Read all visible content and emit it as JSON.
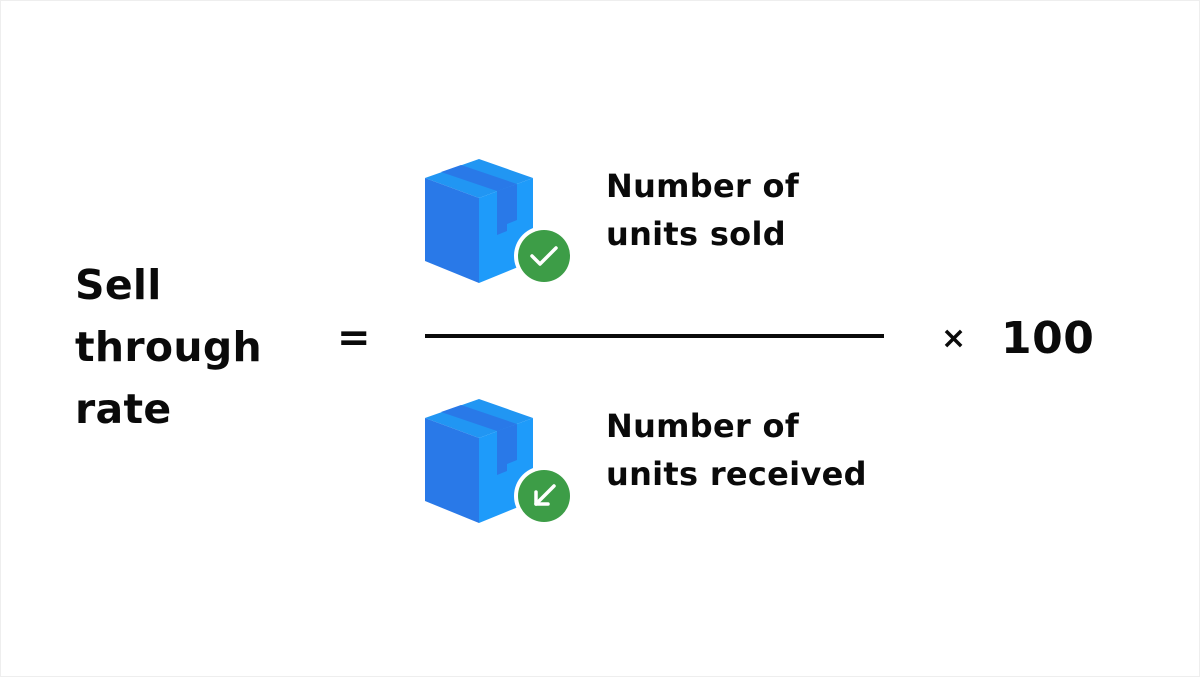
{
  "formula": {
    "lhs_lines": [
      "Sell",
      "through",
      "rate"
    ],
    "equals": "=",
    "numerator": {
      "icon": "box-check-icon",
      "lines": [
        "Number of",
        "units sold"
      ]
    },
    "denominator": {
      "icon": "box-arrow-in-icon",
      "lines": [
        "Number of",
        "units received"
      ]
    },
    "multiply": "×",
    "multiplier": "100"
  },
  "colors": {
    "box_light": "#2196F3",
    "box_dark": "#2979E8",
    "badge_green": "#3D9D47",
    "text": "#0A0A0A"
  }
}
